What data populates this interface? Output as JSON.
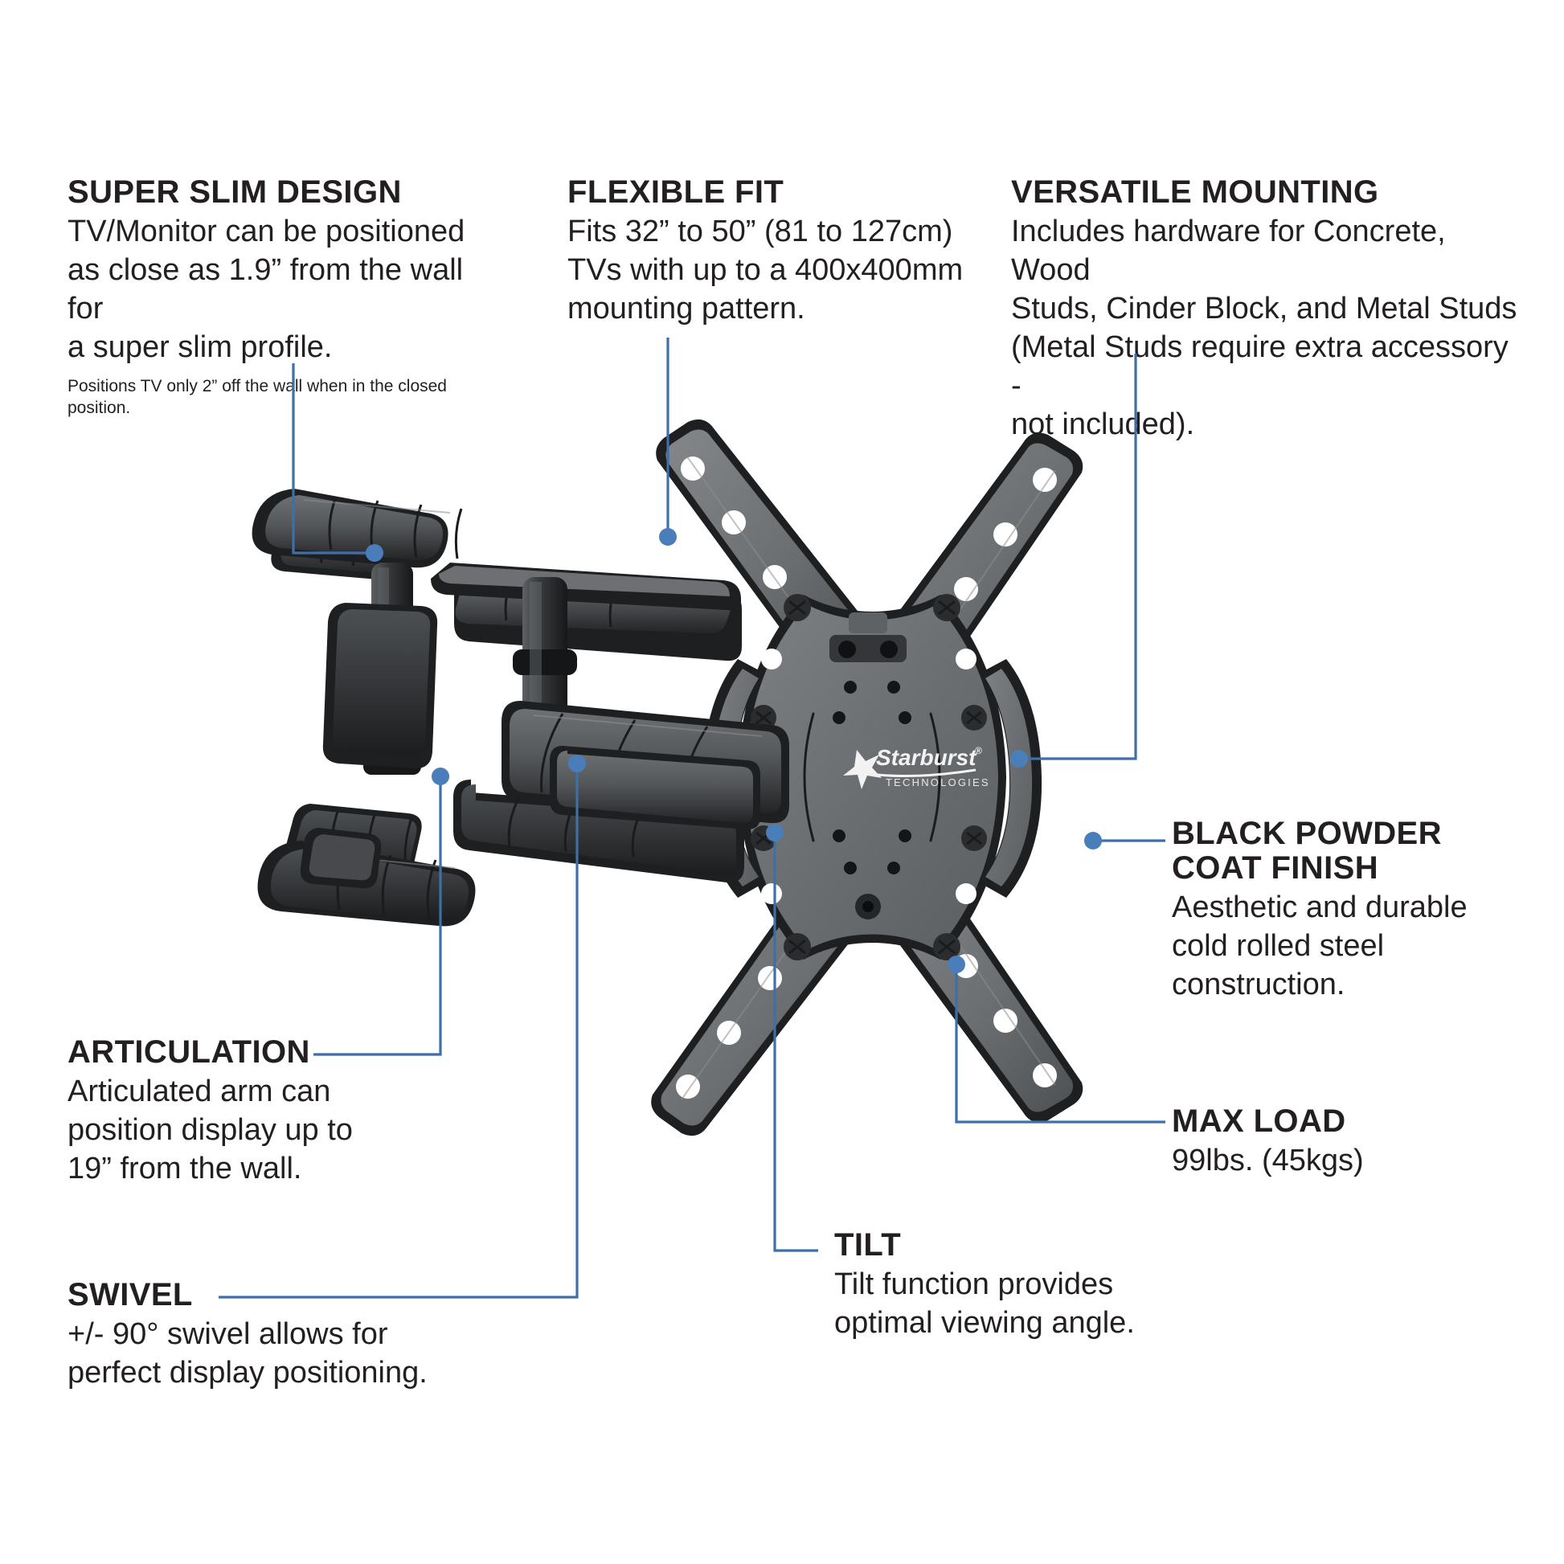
{
  "page": {
    "product_brand": "Starburst",
    "product_brand_sub": "TECHNOLOGIES",
    "brand_registered_mark": "®"
  },
  "theme": {
    "leader_line_color": "#3f6fa8",
    "leader_dot_color": "#4a7ebb",
    "text_color": "#231f20",
    "background_color": "#ffffff"
  },
  "callouts": {
    "super_slim_design": {
      "heading": "SUPER SLIM DESIGN",
      "body": "TV/Monitor can be positioned\nas close as 1.9” from the wall for\na super slim profile.",
      "fine_print": "Positions TV only 2” off the wall when in the closed position."
    },
    "flexible_fit": {
      "heading": "FLEXIBLE FIT",
      "body": "Fits 32” to 50” (81 to 127cm)\nTVs with up to a 400x400mm\nmounting pattern."
    },
    "versatile_mounting": {
      "heading": "VERSATILE MOUNTING",
      "body": "Includes hardware for Concrete, Wood\nStuds, Cinder Block, and Metal Studs\n(Metal Studs require extra accessory -\nnot included)."
    },
    "black_powder_coat": {
      "heading": "BLACK POWDER\nCOAT FINISH",
      "body": "Aesthetic and durable\ncold rolled steel\nconstruction."
    },
    "max_load": {
      "heading": "MAX LOAD",
      "body": "99lbs. (45kgs)"
    },
    "tilt": {
      "heading": "TILT",
      "body": "Tilt function provides\noptimal viewing angle."
    },
    "articulation": {
      "heading": "ARTICULATION",
      "body": "Articulated arm can\nposition display up to\n19” from the wall."
    },
    "swivel": {
      "heading": "SWIVEL",
      "body": "+/- 90° swivel allows for\nperfect display positioning."
    }
  }
}
